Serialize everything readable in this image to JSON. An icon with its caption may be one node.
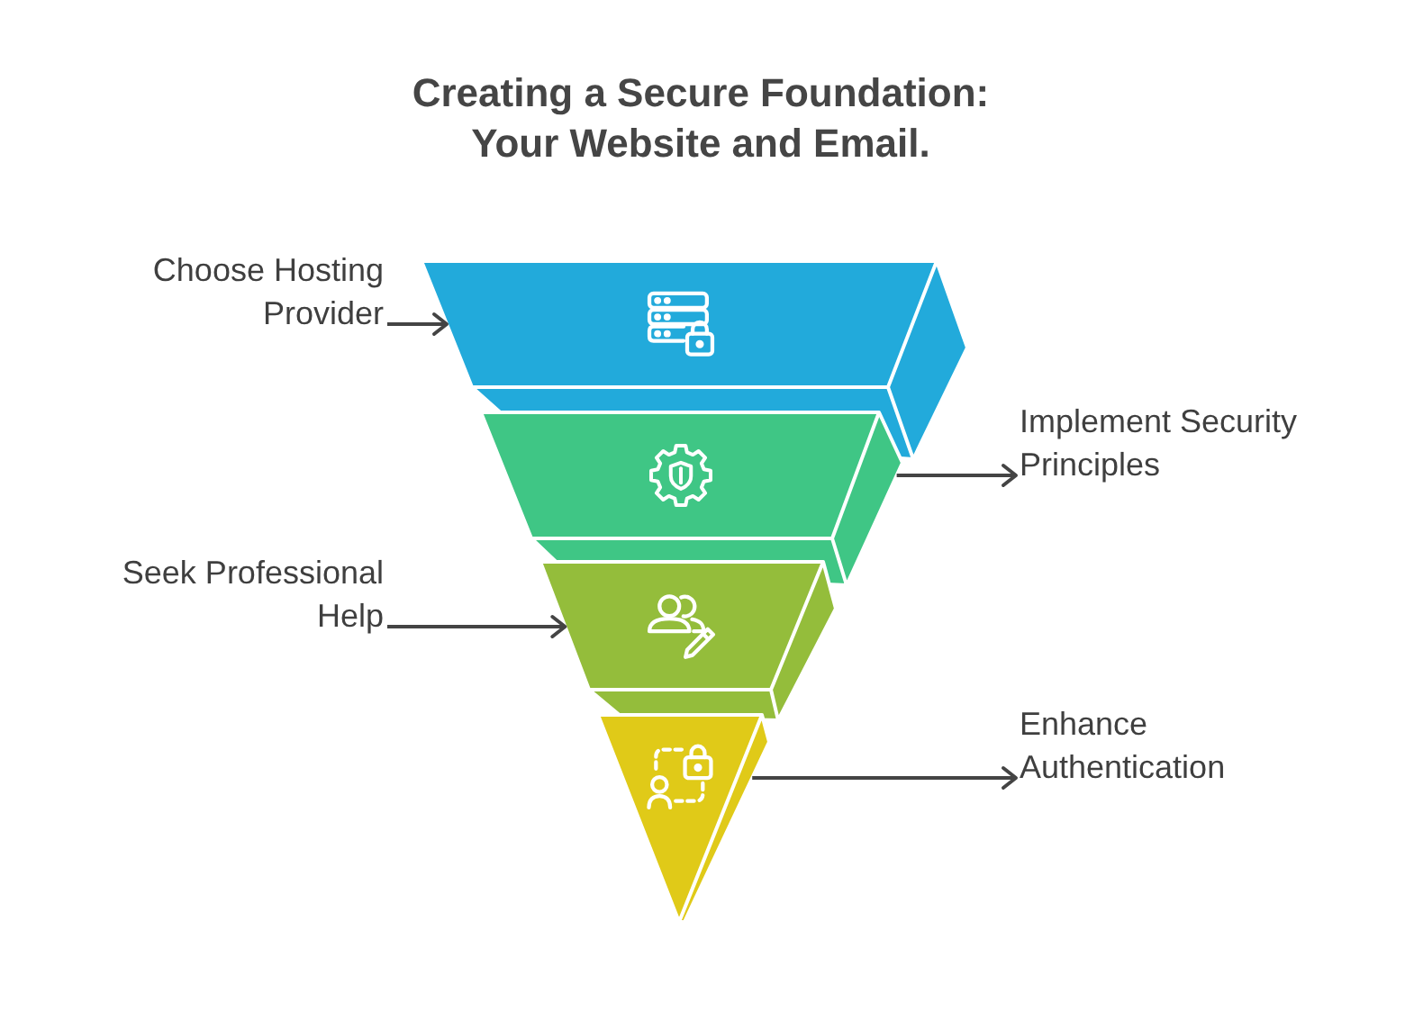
{
  "diagram": {
    "title": "Creating a Secure Foundation: Your Website and Email.",
    "nodes": [
      {
        "text": [
          "Choose Hosting Provider"
        ]
      },
      {
        "text": [],
        "shape": "trapezoid"
      },
      {
        "text": [],
        "shape": "trapezoid"
      },
      {
        "text": [
          "Implement Security Principles"
        ]
      },
      {
        "text": [
          "Seek Professional Help"
        ]
      },
      {
        "text": [],
        "shape": "trapezoid"
      },
      {
        "text": [],
        "shape": "triangle"
      },
      {
        "text": [
          "Enhance Authentication"
        ]
      }
    ],
    "edges": [
      {
        "from": 0,
        "to": 1,
        "arrow": "to"
      },
      {
        "from": 2,
        "to": 3,
        "arrow": "to"
      },
      {
        "from": 4,
        "to": 5,
        "arrow": "to"
      },
      {
        "from": 6,
        "to": 7,
        "arrow": "to"
      }
    ]
  }
}
